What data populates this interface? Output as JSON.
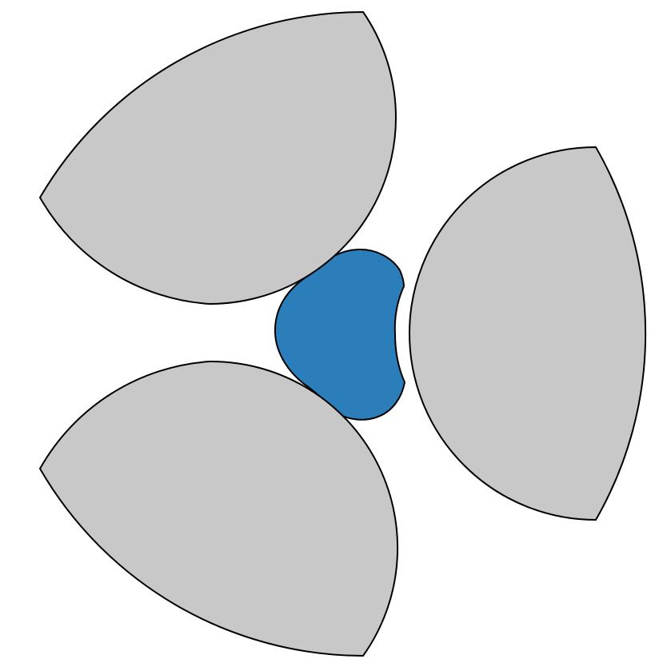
{
  "diagram": {
    "shapes": [
      {
        "id": "center-blob",
        "kind": "central region"
      },
      {
        "id": "lobe-top-left",
        "kind": "outer lobe"
      },
      {
        "id": "lobe-right",
        "kind": "outer lobe"
      },
      {
        "id": "lobe-bottom-left",
        "kind": "outer lobe"
      }
    ]
  },
  "colors": {
    "background": "#ffffff",
    "lobe_fill": "#c8c8c8",
    "center_fill": "#2b7eb9",
    "outline": "#000000"
  }
}
